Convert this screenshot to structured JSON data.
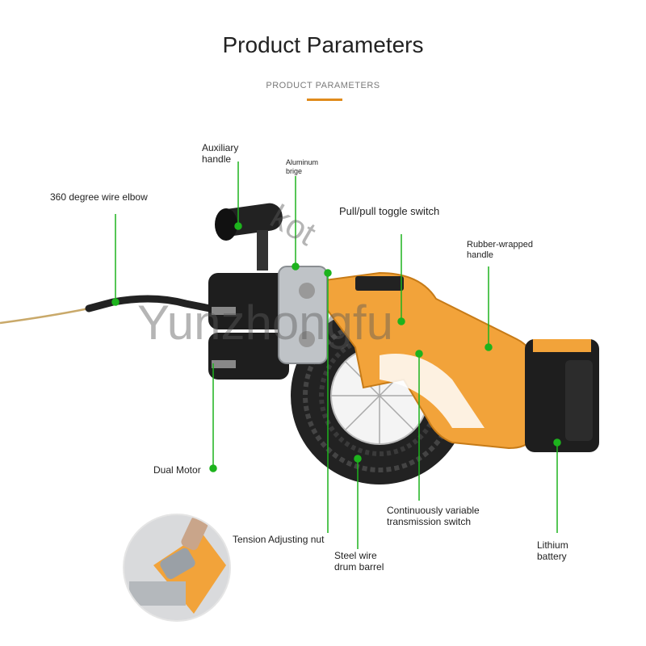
{
  "header": {
    "title": "Product Parameters",
    "subtitle": "PRODUCT PARAMETERS"
  },
  "callouts": {
    "auxiliary_handle": "Auxiliary\nhandle",
    "aluminum_brige": "Aluminum\nbrige",
    "wire_elbow": "360 degree wire elbow",
    "toggle_switch": "Pull/pull toggle switch",
    "rubber_handle": "Rubber-wrapped\nhandle",
    "dual_motor": "Dual Motor",
    "variable_switch": "Continuously variable\ntransmission switch",
    "tension_nut": "Tension Adjusting nut",
    "drum_barrel": "Steel wire\ndrum barrel",
    "lithium_battery": "Lithium\nbattery"
  },
  "watermark": {
    "main": "Yunzhongfu",
    "secondary": "kot"
  },
  "colors": {
    "accent_orange": "#e08b1c",
    "tool_orange": "#f2a33a",
    "leader_green": "#1db31d",
    "tool_black": "#1e1e1e"
  }
}
